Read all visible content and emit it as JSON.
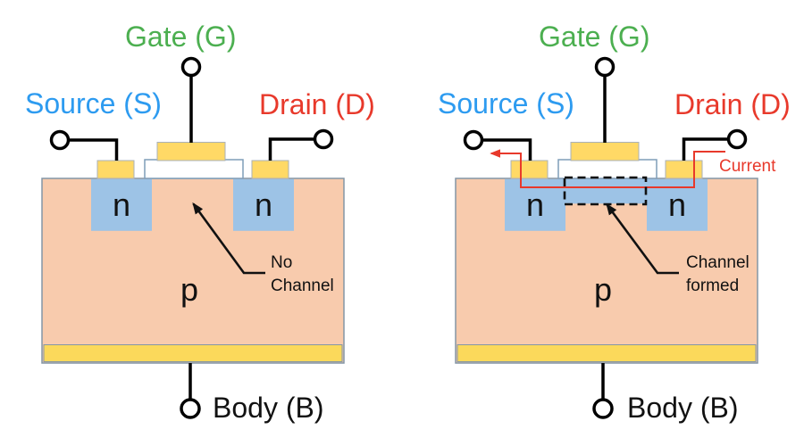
{
  "colors": {
    "gate_green": "#4caf50",
    "source_blue": "#2d9bf0",
    "drain_red": "#e8392b",
    "current_red": "#e8392b",
    "n_fill": "#9dc3e6",
    "p_fill": "#f8cbad",
    "metal_fill": "#ffd966",
    "strip_fill": "#fbd95b",
    "border_gray": "#8496a5",
    "oxide_border": "#7f9db9",
    "ink": "#111111"
  },
  "left": {
    "gate_label": "Gate (G)",
    "source_label": "Source (S)",
    "drain_label": "Drain (D)",
    "body_label": "Body (B)",
    "n_left_label": "n",
    "n_right_label": "n",
    "p_label": "p",
    "annotation_line1": "No",
    "annotation_line2": "Channel"
  },
  "right": {
    "gate_label": "Gate (G)",
    "source_label": "Source (S)",
    "drain_label": "Drain (D)",
    "body_label": "Body (B)",
    "n_left_label": "n",
    "n_right_label": "n",
    "p_label": "p",
    "annotation_line1": "Channel",
    "annotation_line2": "formed",
    "current_label": "Current"
  }
}
